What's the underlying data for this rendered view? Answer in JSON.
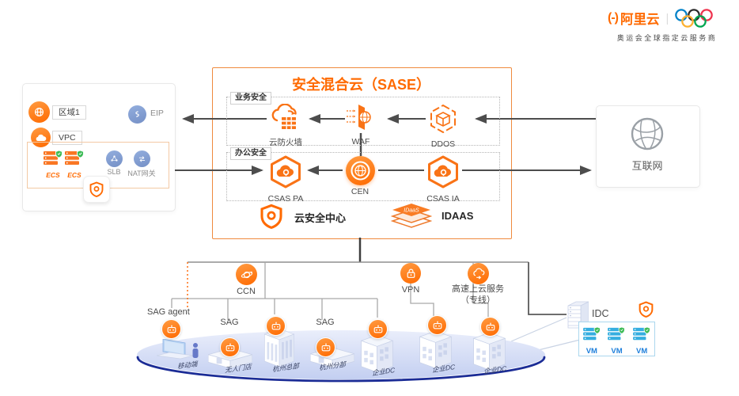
{
  "header": {
    "brand_mark": "(-)",
    "brand": "阿里云",
    "tagline": "奥运会全球指定云服务商",
    "olympic_ring_colors": [
      "#0081C8",
      "#2B2B2B",
      "#EE334E",
      "#FCB131",
      "#00A651"
    ]
  },
  "region_panel": {
    "region_label": "区域1",
    "eip_label": "EIP",
    "vpc_label": "VPC",
    "ecs1_label": "ECS",
    "ecs2_label": "ECS",
    "slb_label": "SLB",
    "nat_label": "NAT网关"
  },
  "sase": {
    "title": "安全混合云（SASE）",
    "business": {
      "label": "业务安全",
      "nodes": [
        {
          "label": "云防火墙"
        },
        {
          "label": "WAF"
        },
        {
          "label": "DDOS"
        }
      ]
    },
    "office": {
      "label": "办公安全",
      "nodes": [
        {
          "label": "CSAS PA"
        },
        {
          "label": "CEN"
        },
        {
          "label": "CSAS IA"
        }
      ]
    },
    "footer": {
      "security_center": "云安全中心",
      "idaas": "IDAAS",
      "idaas_badge": "IDaaS"
    }
  },
  "internet": {
    "label": "互联网"
  },
  "network": {
    "ccn": "CCN",
    "vpn": "VPN",
    "express_line1": "高速上云服务",
    "express_line2": "（专线）",
    "sag_agent": "SAG agent",
    "sag_store": "SAG",
    "sag_branch": "SAG"
  },
  "sites": [
    {
      "label": "移动端"
    },
    {
      "label": "无人门店"
    },
    {
      "label": "杭州总部"
    },
    {
      "label": "杭州分部"
    },
    {
      "label": "企业DC"
    },
    {
      "label": "企业DC"
    },
    {
      "label": "企业DC"
    }
  ],
  "idc": {
    "label": "IDC",
    "vms": [
      {
        "label": "VM"
      },
      {
        "label": "VM"
      },
      {
        "label": "VM"
      }
    ]
  },
  "colors": {
    "accent_orange": "#FF6A00",
    "sase_border": "#EF8A3D",
    "blue_icon": "#7E9CD0",
    "green_shield": "#3DBB56",
    "vm_cyan": "#35AEE0",
    "vm_text": "#1E7FDB",
    "platform_edge": "#1B2C96"
  }
}
